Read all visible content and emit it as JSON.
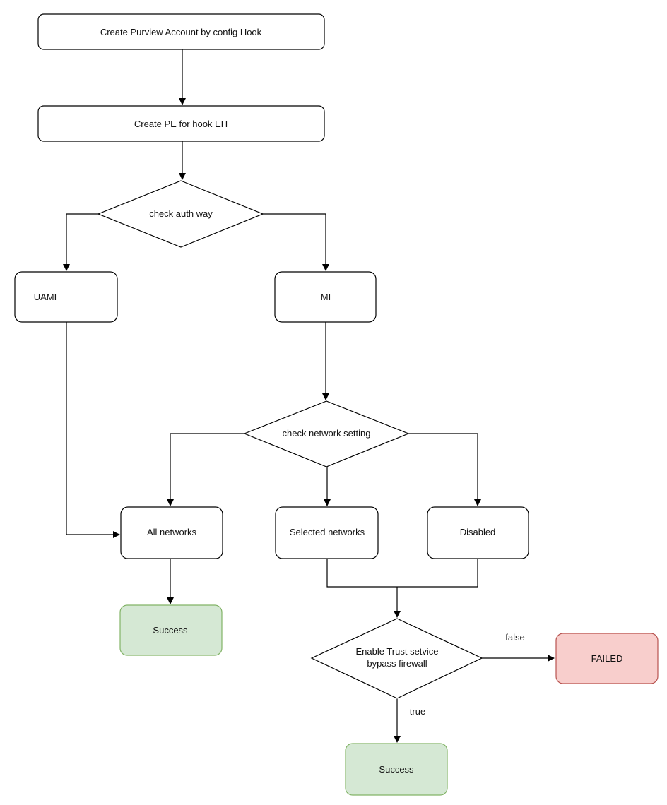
{
  "colors": {
    "success_fill": "#d5e8d4",
    "success_stroke": "#82b366",
    "failed_fill": "#f8cecc",
    "failed_stroke": "#b85450"
  },
  "nodes": {
    "create_account": "Create Purview Account by config Hook",
    "create_pe": "Create PE for hook EH",
    "check_auth": "check auth way",
    "uami": "UAMI",
    "mi": "MI",
    "check_network": "check network setting",
    "all_networks": "All networks",
    "selected_networks": "Selected networks",
    "disabled": "Disabled",
    "success_left": "Success",
    "trust_line1": "Enable Trust setvice",
    "trust_line2": "bypass firewall",
    "failed": "FAILED",
    "success_bottom": "Success"
  },
  "edges": {
    "false_label": "false",
    "true_label": "true"
  }
}
